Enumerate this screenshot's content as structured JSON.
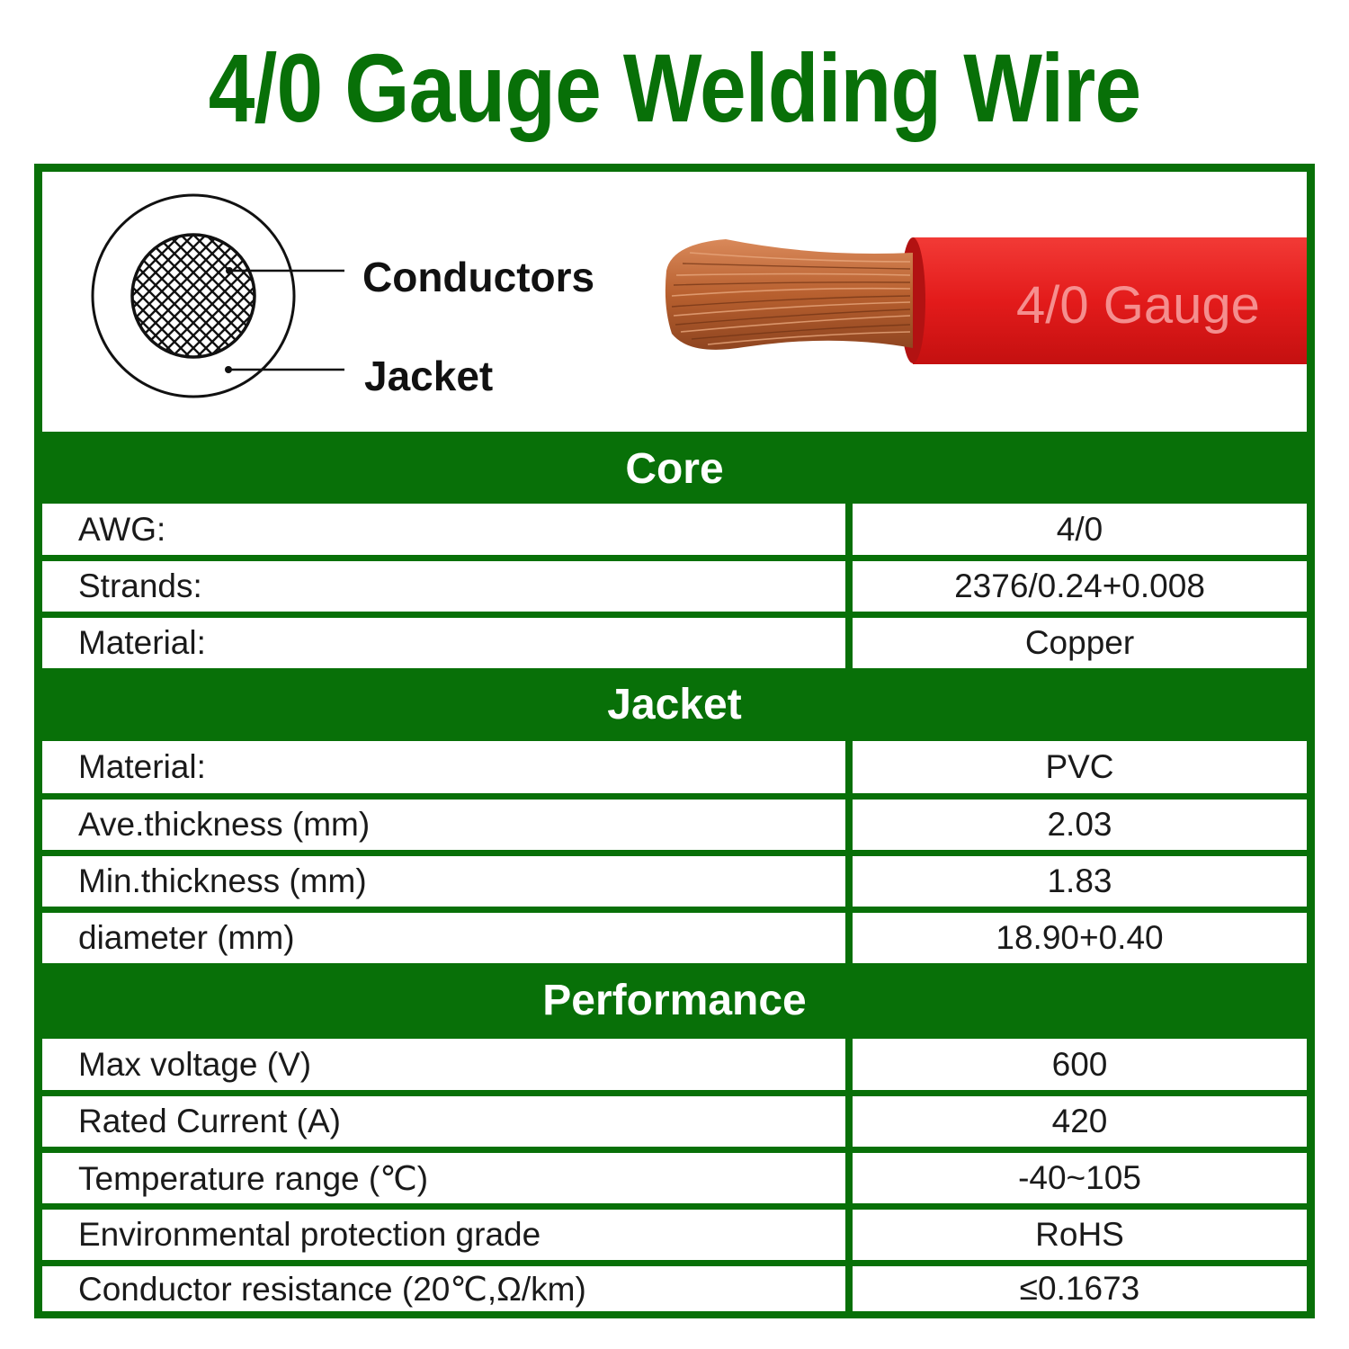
{
  "title": "4/0 Gauge Welding Wire",
  "diagram": {
    "labels": {
      "conductors": "Conductors",
      "jacket": "Jacket"
    },
    "cable_print": "4/0 Gauge",
    "icons": [
      "cable-cross-section-icon",
      "copper-wire-cable-image"
    ]
  },
  "colors": {
    "brand_green": "#087008",
    "cable_red": "#e41c1c",
    "copper": "#c06a3c"
  },
  "sections": [
    {
      "name": "Core",
      "rows": [
        {
          "label": "AWG:",
          "value": "4/0"
        },
        {
          "label": "Strands:",
          "value": "2376/0.24+0.008"
        },
        {
          "label": "Material:",
          "value": "Copper"
        }
      ]
    },
    {
      "name": "Jacket",
      "rows": [
        {
          "label": "Material:",
          "value": "PVC"
        },
        {
          "label": "Ave.thickness (mm)",
          "value": "2.03"
        },
        {
          "label": "Min.thickness (mm)",
          "value": "1.83"
        },
        {
          "label": "diameter (mm)",
          "value": "18.90+0.40"
        }
      ]
    },
    {
      "name": "Performance",
      "rows": [
        {
          "label": "Max voltage (V)",
          "value": "600"
        },
        {
          "label": "Rated Current (A)",
          "value": "420"
        },
        {
          "label": "Temperature range (℃)",
          "value": "-40~105"
        },
        {
          "label": "Environmental protection grade",
          "value": "RoHS"
        },
        {
          "label": "Conductor resistance (20℃,Ω/km)",
          "value": "≤0.1673"
        }
      ]
    }
  ]
}
